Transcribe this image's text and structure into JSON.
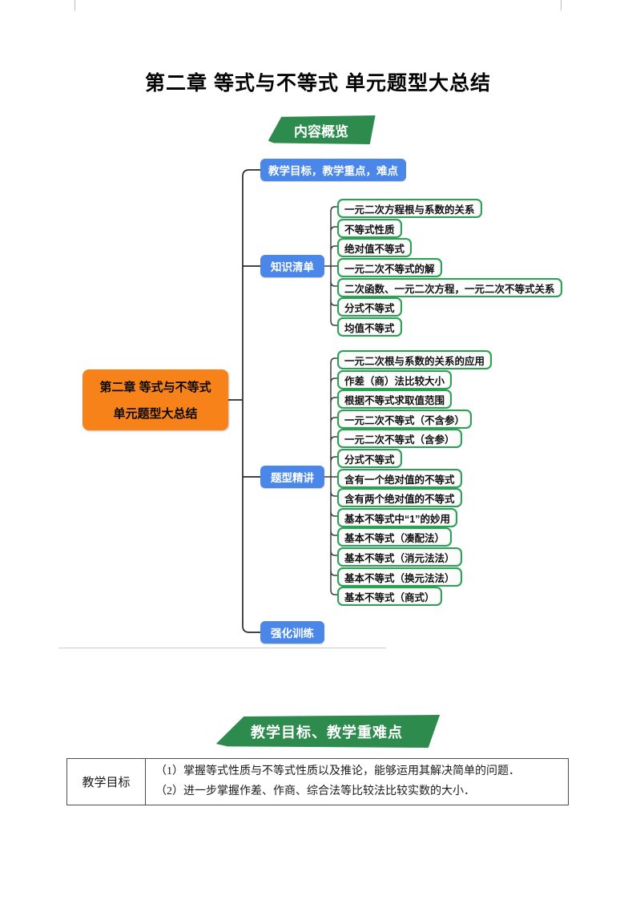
{
  "page": {
    "title": "第二章 等式与不等式 单元题型大总结"
  },
  "banners": {
    "overview": "内容概览",
    "objectives": "教学目标、教学重难点"
  },
  "mindmap": {
    "root": {
      "line1": "第二章 等式与不等式",
      "line2": "单元题型大总结"
    },
    "branches": [
      {
        "label": "教学目标，教学重点，难点",
        "children": []
      },
      {
        "label": "知识清单",
        "children": [
          "一元二次方程根与系数的关系",
          "不等式性质",
          "绝对值不等式",
          "一元二次不等式的解",
          "二次函数、一元二次方程，一元二次不等式关系",
          "分式不等式",
          "均值不等式"
        ]
      },
      {
        "label": "题型精讲",
        "children": [
          "一元二次根与系数的关系的应用",
          "作差（商）法比较大小",
          "根据不等式求取值范围",
          "一元二次不等式（不含参）",
          "一元二次不等式（含参）",
          "分式不等式",
          "含有一个绝对值的不等式",
          "含有两个绝对值的不等式",
          "基本不等式中“1”的妙用",
          "基本不等式（凑配法）",
          "基本不等式（消元法法）",
          "基本不等式（换元法法）",
          "基本不等式（商式）"
        ]
      },
      {
        "label": "强化训练",
        "children": []
      }
    ]
  },
  "table": {
    "header": "教学目标",
    "rows": [
      "（1）掌握等式性质与不等式性质以及推论，能够运用其解决简单的问题．",
      "（2）进一步掌握作差、作商、综合法等比较法比较实数的大小．"
    ]
  },
  "colors": {
    "accent_blue": "#4a87e8",
    "accent_green": "#2e8b4e",
    "node_green_border": "#2aa154",
    "accent_orange": "#f8821a",
    "line_color": "#3d3d3d"
  }
}
